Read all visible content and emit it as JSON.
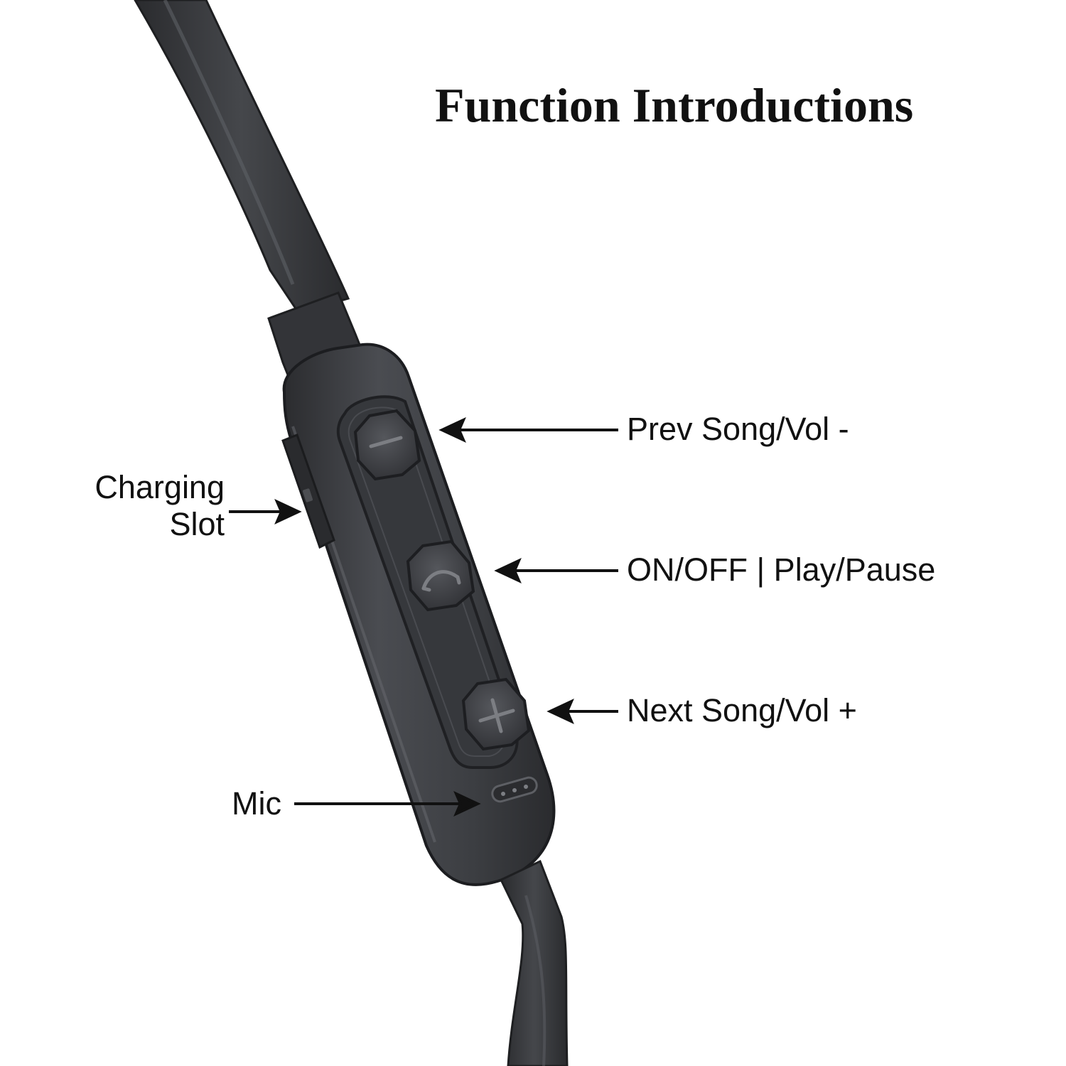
{
  "title": "Function Introductions",
  "callouts": {
    "prev": "Prev Song/Vol -",
    "onoff": "ON/OFF | Play/Pause",
    "next": "Next Song/Vol +",
    "charging_line1": "Charging",
    "charging_line2": "Slot",
    "mic": "Mic"
  },
  "colors": {
    "body": "#3b3d41",
    "body_highlight": "#5a5c61",
    "body_dark": "#26272a",
    "text": "#111111",
    "arrow": "#111111"
  },
  "icons": {
    "minus_button": "minus-icon",
    "call_button": "phone-icon",
    "plus_button": "plus-icon"
  }
}
